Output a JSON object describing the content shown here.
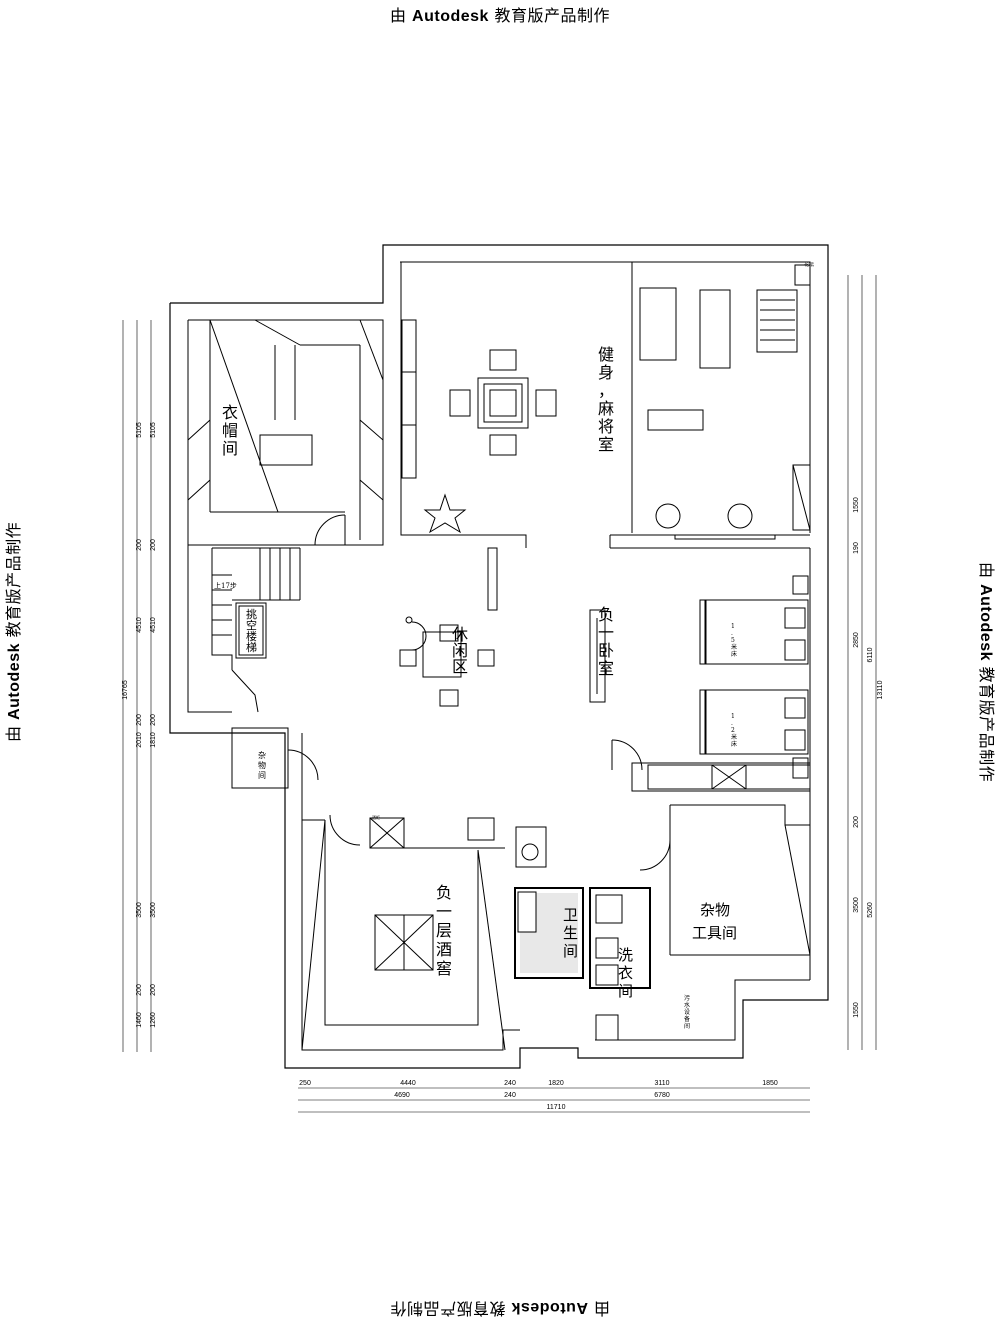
{
  "watermark": {
    "prefix": "由 ",
    "brand": "Autodesk",
    "suffix": " 教育版产品制作"
  },
  "rooms": {
    "cloakroom": "衣帽间",
    "fitness_mahjong": "健身，麻将室",
    "leisure": "休闲区",
    "bedroom": "负一卧室",
    "storage_small": "杂物间",
    "wine_cellar": "负一层酒窖",
    "bathroom": "卫生间",
    "laundry": "洗衣间",
    "utility": "杂物工具间",
    "stair": "挑空楼梯",
    "stair_up": "上17步",
    "bed_large": "1.5米床",
    "bed_small": "1.2米床",
    "sewage": "污水设备间",
    "wine_cabinet": "酒柜",
    "skylight": "花坛"
  },
  "dimensions": {
    "bottom_row1": [
      "250",
      "4440",
      "240",
      "1820",
      "3110",
      "1850"
    ],
    "bottom_row2": [
      "4690",
      "240",
      "6780"
    ],
    "bottom_total": "11710",
    "left_col1": [
      "5105",
      "200",
      "4510",
      "200",
      "1810",
      "3500",
      "200",
      "1260"
    ],
    "left_col2": [
      "5105",
      "200",
      "4510",
      "200",
      "2010",
      "3500",
      "200",
      "1460"
    ],
    "left_total": "16765",
    "right_col1": [
      "1550",
      "190",
      "2850",
      "200",
      "3500",
      "1550"
    ],
    "right_col2": [
      "6110",
      "5260"
    ],
    "right_total": "13110"
  }
}
